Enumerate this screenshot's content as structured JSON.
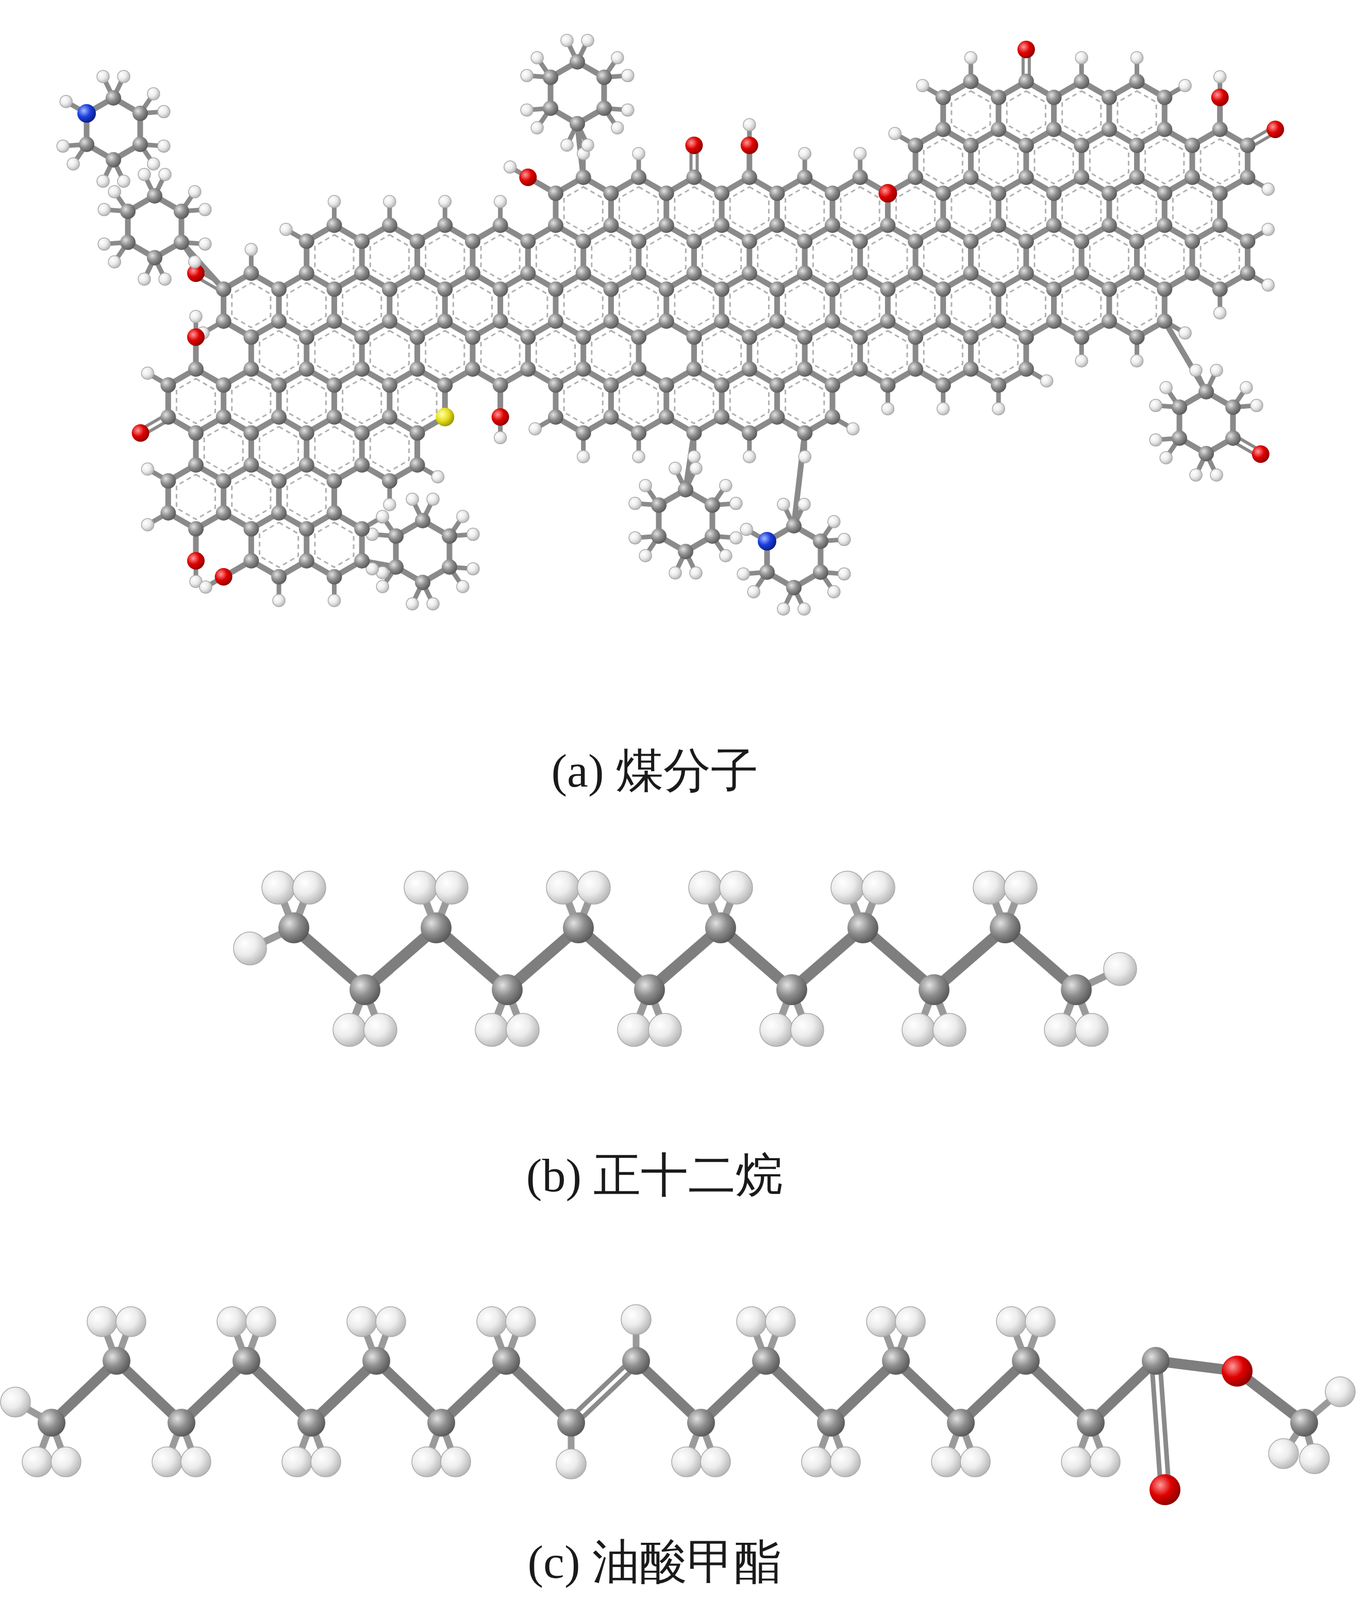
{
  "diagram": {
    "labels": [
      "(a) 煤分子",
      "(b) 正十二烷",
      "(c) 油酸甲酯"
    ]
  }
}
